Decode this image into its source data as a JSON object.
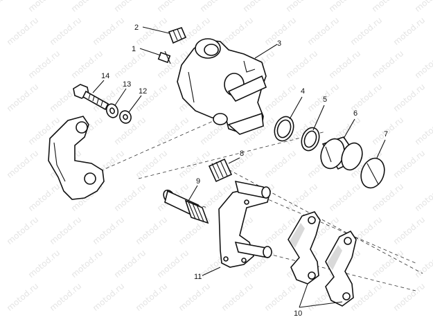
{
  "watermark": "motod.ru",
  "callouts": {
    "c1": "1",
    "c2": "2",
    "c3": "3",
    "c4": "4",
    "c5": "5",
    "c6": "6",
    "c7": "7",
    "c8": "8",
    "c9": "9",
    "c10": "10",
    "c11": "11",
    "c12": "12",
    "c13": "13",
    "c14": "14"
  }
}
